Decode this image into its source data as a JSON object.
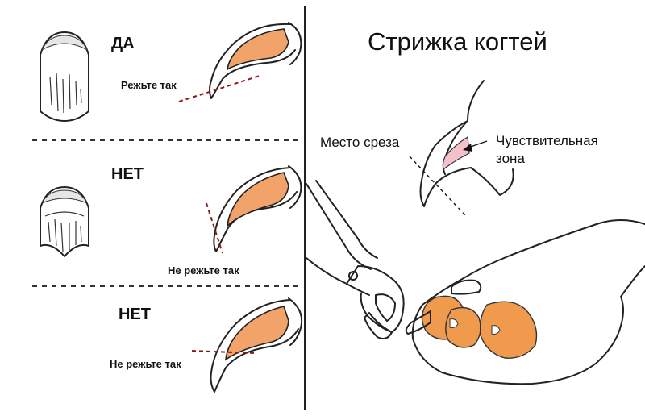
{
  "left_panel": {
    "yes_heading": "ДА",
    "yes_caption": "Режьте так",
    "no_heading_1": "НЕТ",
    "no_caption_1": "Не режьте так",
    "no_heading_2": "НЕТ",
    "no_caption_2": "Не режьте так"
  },
  "right_panel": {
    "title": "Стрижка когтей",
    "cut_label": "Место среза",
    "sensitive_label_line1": "Чувствительная",
    "sensitive_label_line2": "зона"
  },
  "colors": {
    "quick_orange": "#f2a36a",
    "pad_orange": "#ef9a4c",
    "sensitive_pink": "#f3c2c8",
    "cut_line_red": "#8b1a1a"
  }
}
